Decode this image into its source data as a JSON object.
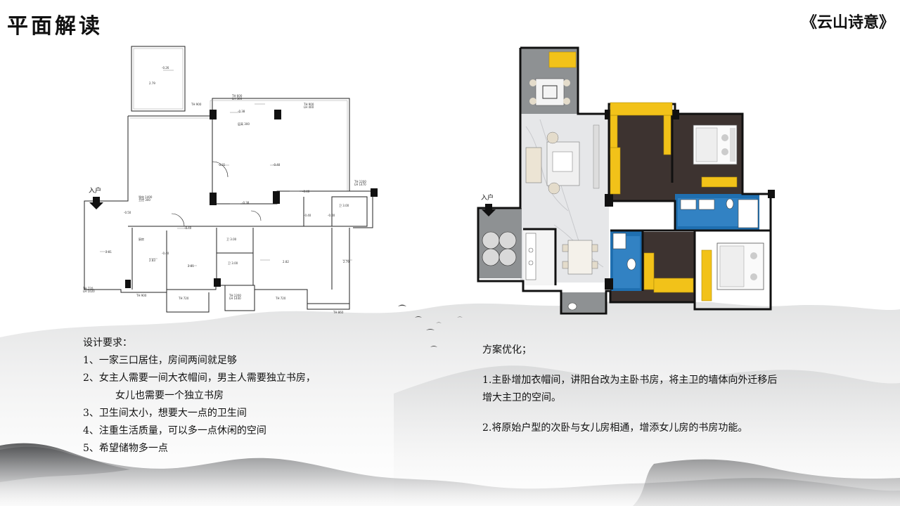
{
  "page": {
    "title": "平面解读",
    "series_title": "《云山诗意》"
  },
  "original_plan": {
    "entrance_label": "入户"
  },
  "design_plan": {
    "entrance_label": "入户"
  },
  "requirements": {
    "heading": "设计要求：",
    "items": [
      "1、一家三口居住，房间两间就足够",
      "2、女主人需要一间大衣帽间，男主人需要独立书房，",
      "女儿也需要一个独立书房",
      "3、卫生间太小，想要大一点的卫生间",
      "4、注重生活质量，可以多一点休闲的空间",
      "5、希望储物多一点"
    ]
  },
  "optimization": {
    "heading": "方案优化；",
    "items": [
      "1.主卧增加衣帽间，讲阳台改为主卧书房，将主卫的墙体向外迁移后",
      "增大主卫的空间。",
      "2.将原始户型的次卧与女儿房相通，增添女儿房的书房功能。"
    ]
  },
  "colors": {
    "wall": "#111111",
    "wood_floor": "#3d3330",
    "marble_floor": "#e6e7e9",
    "blue_tile": "#1f6fb0",
    "wardrobe_yellow": "#f2c219",
    "balcony_tile": "#8e9193"
  }
}
